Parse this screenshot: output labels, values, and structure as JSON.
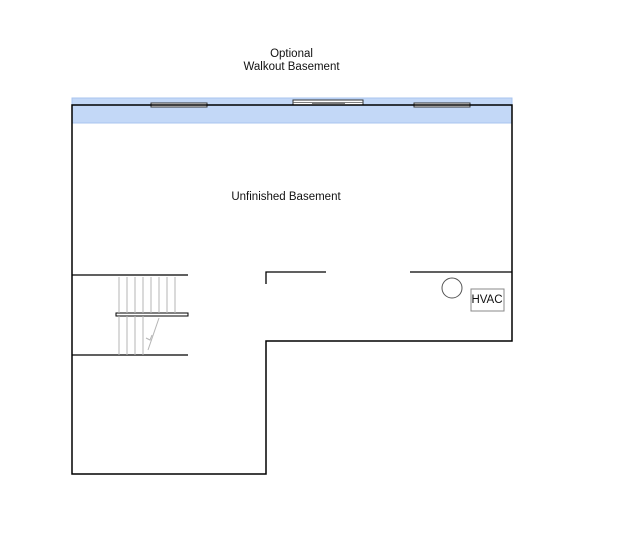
{
  "header": {
    "title_line_1": "Optional",
    "title_line_2": "Walkout Basement"
  },
  "rooms": {
    "main_label": "Unfinished Basement"
  },
  "equipment": {
    "hvac_label": "HVAC"
  },
  "colors": {
    "walkout_band": "#c3d8f7",
    "walkout_band_edge": "#a9c4ef",
    "wall": "#000000",
    "stair_tread": "#b5b5b5"
  }
}
